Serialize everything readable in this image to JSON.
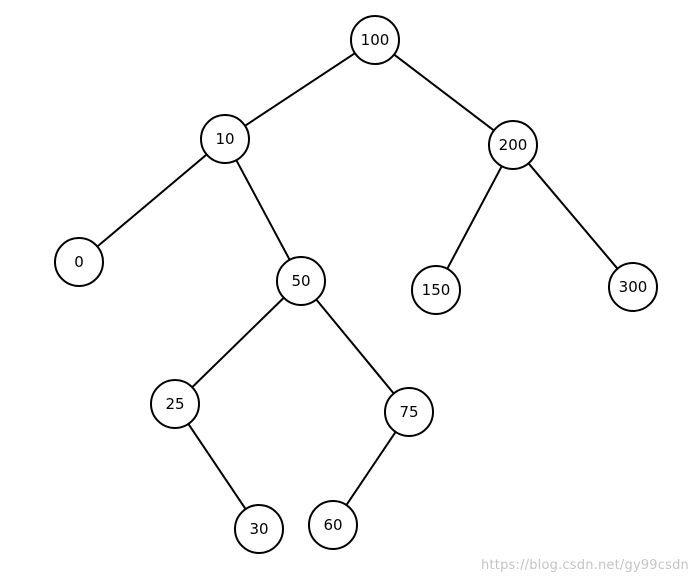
{
  "tree": {
    "nodes": [
      {
        "id": "n100",
        "label": "100"
      },
      {
        "id": "n10",
        "label": "10"
      },
      {
        "id": "n200",
        "label": "200"
      },
      {
        "id": "n0",
        "label": "0"
      },
      {
        "id": "n50",
        "label": "50"
      },
      {
        "id": "n150",
        "label": "150"
      },
      {
        "id": "n300",
        "label": "300"
      },
      {
        "id": "n25",
        "label": "25"
      },
      {
        "id": "n75",
        "label": "75"
      },
      {
        "id": "n30",
        "label": "30"
      },
      {
        "id": "n60",
        "label": "60"
      }
    ],
    "edges": [
      {
        "from": "n100",
        "to": "n10"
      },
      {
        "from": "n100",
        "to": "n200"
      },
      {
        "from": "n10",
        "to": "n0"
      },
      {
        "from": "n10",
        "to": "n50"
      },
      {
        "from": "n200",
        "to": "n150"
      },
      {
        "from": "n200",
        "to": "n300"
      },
      {
        "from": "n50",
        "to": "n25"
      },
      {
        "from": "n50",
        "to": "n75"
      },
      {
        "from": "n25",
        "to": "n30"
      },
      {
        "from": "n75",
        "to": "n60"
      }
    ]
  },
  "watermark": "https://blog.csdn.net/gy99csdn"
}
